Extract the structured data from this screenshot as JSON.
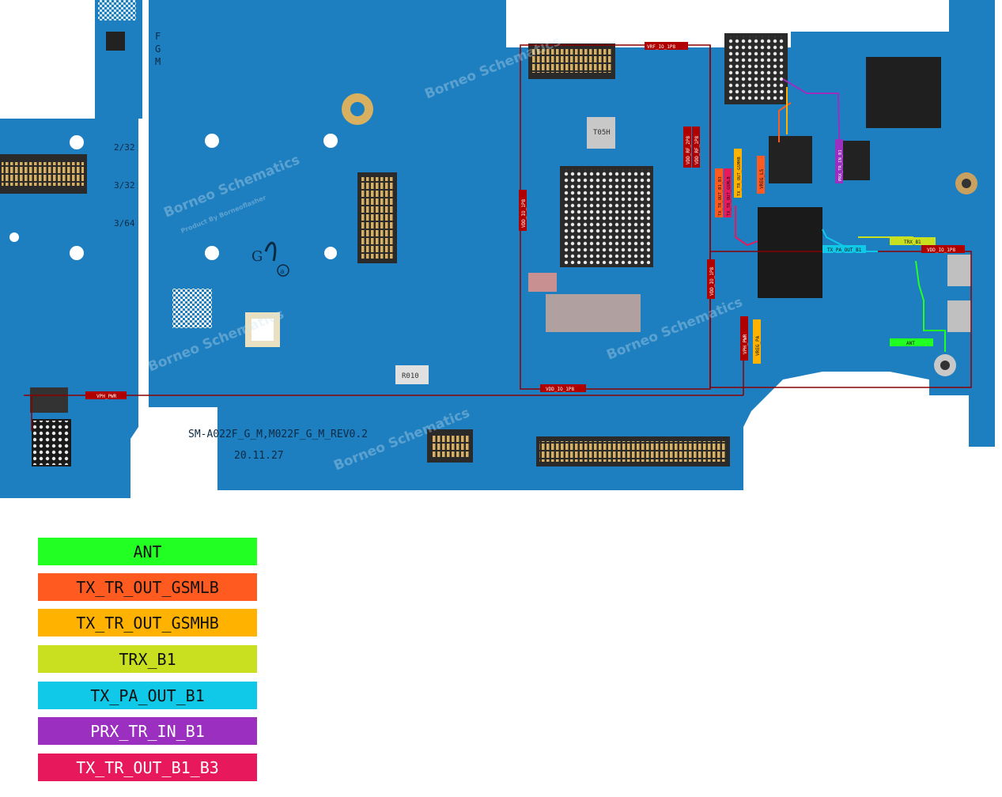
{
  "board": {
    "model_text": "SM-A022F_G_M,M022F_G_M_REV0.2",
    "date_text": "20.11.27",
    "side_marks": [
      "2/32",
      "3/32",
      "3/64"
    ],
    "fgm_letters": [
      "F",
      "G",
      "M"
    ],
    "watermark_title": "Borneo Schematics",
    "watermark_sub": "Product By Borneoflasher",
    "chip_label_1": "T05H",
    "chip_label_2": "R010",
    "pcb_color": "#1e7fc0",
    "trace_color": "#8b0000"
  },
  "net_labels": {
    "vrf_io_1p8": "VRF_IO_1P8",
    "vdd_io_1p8_left": "VDD_IO_1P8",
    "vdd_io_1p8_mid": "VDD_IO_1P8",
    "vdd_io_1p8_bottom": "VDD_IO_1P8",
    "vdd_io_1p8_right": "VDD_IO_1P8",
    "vph_pwr_left": "VPH_PWR",
    "vph_pwr_right": "VPH_PWR",
    "vdd_rf_1p8": "VDD_RF_1P8",
    "vdd_rf_2p8": "VDD_RF_2P8",
    "trx_b1": "TRX_B1",
    "tx_pa_out_b1": "TX_PA_OUT_B1",
    "ant": "ANT",
    "prx_tr_in_b1": "PRX_TR_IN_B1",
    "tx_tr_out_gsmlb": "TX_TR_OUT_GSMLB",
    "tx_tr_out_gsmhb": "TX_TR_OUT_GSMHB",
    "tx_tr_out_b1_b3": "TX_TR_OUT_B1_B3",
    "vreg_l5": "VREG_L5",
    "vreg_pa": "VREG_PA"
  },
  "legend": [
    {
      "label": "ANT",
      "color": "#22ff22"
    },
    {
      "label": "TX_TR_OUT_GSMLB",
      "color": "#ff5a1f"
    },
    {
      "label": "TX_TR_OUT_GSMHB",
      "color": "#ffb300"
    },
    {
      "label": "TRX_B1",
      "color": "#c8e020"
    },
    {
      "label": "TX_PA_OUT_B1",
      "color": "#10c8e8"
    },
    {
      "label": "PRX_TR_IN_B1",
      "color": "#9a2fc0"
    },
    {
      "label": "TX_TR_OUT_B1_B3",
      "color": "#e8185c"
    }
  ]
}
